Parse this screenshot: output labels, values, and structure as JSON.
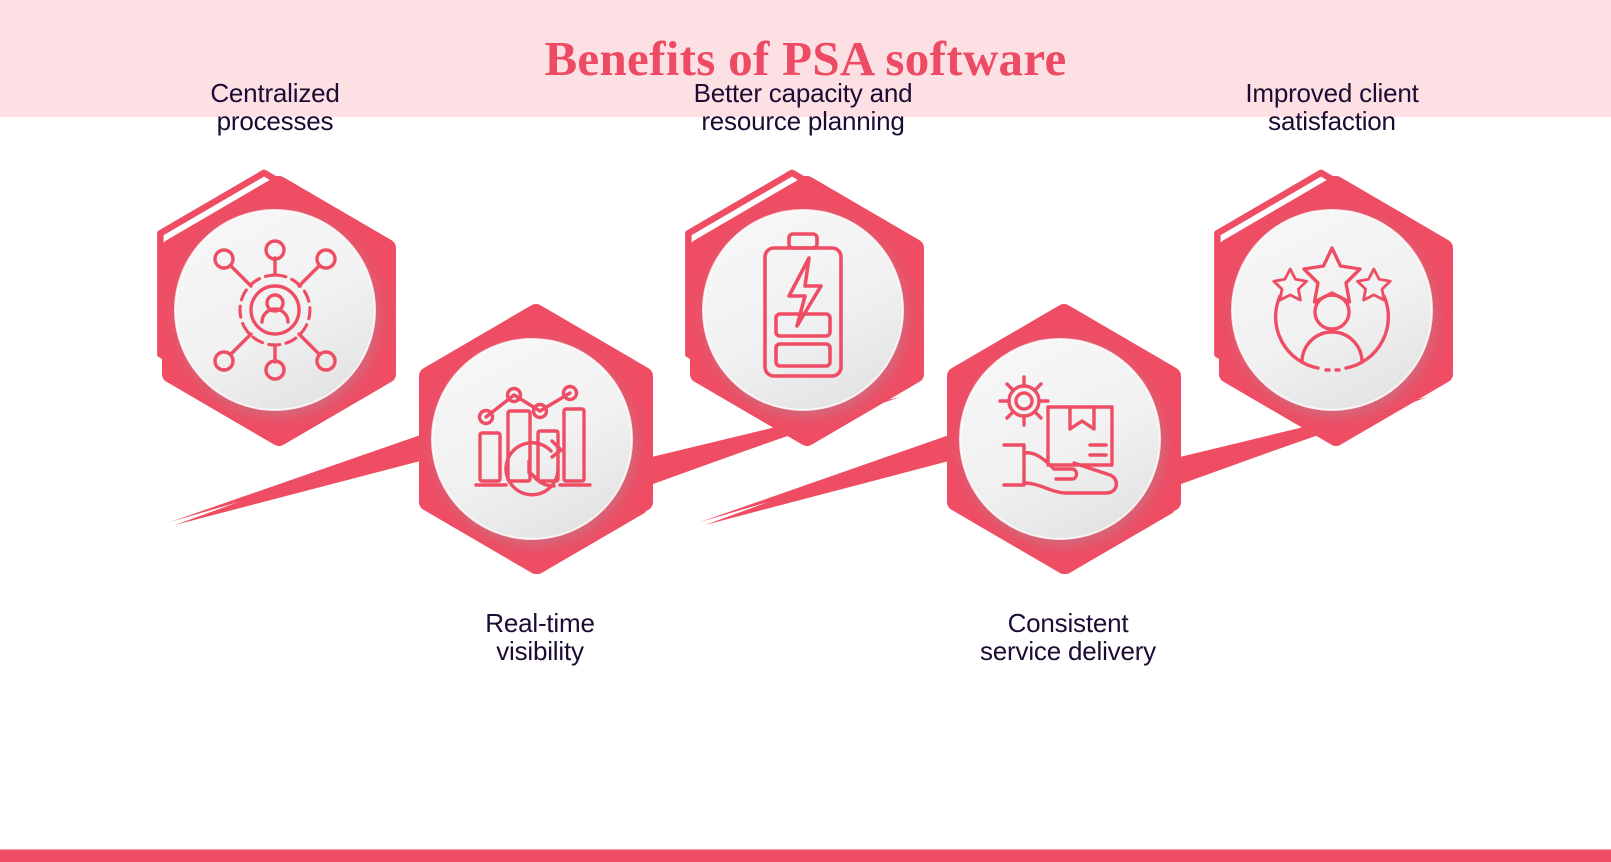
{
  "header": {
    "title": "Benefits of PSA software",
    "band_color": "#FCE0E4",
    "title_color": "#EC4B63"
  },
  "theme": {
    "accent": "#EE4D64",
    "accent_dark": "#E03E57",
    "label_text": "#1C0B33",
    "circle_light": "#F4F4F4",
    "circle_shade": "#E6E6E6",
    "page_background": "#FFFFFF",
    "bottom_bar": "#EE4D64"
  },
  "chart_data": {
    "type": "diagram",
    "subtype": "zigzag-process-hexagons",
    "title": "Benefits of PSA software",
    "node_count": 5,
    "orientation": "horizontal alternating up/down",
    "connector_style": "tapered arrow wedge",
    "nodes": [
      {
        "index": 1,
        "label": "Centralized processes",
        "icon": "network-user-gear-icon",
        "row": "up",
        "label_position": "above"
      },
      {
        "index": 2,
        "label": "Real-time visibility",
        "icon": "bar-chart-clock-icon",
        "row": "down",
        "label_position": "below"
      },
      {
        "index": 3,
        "label": "Better capacity and resource planning",
        "icon": "battery-charge-icon",
        "row": "up",
        "label_position": "above"
      },
      {
        "index": 4,
        "label": "Consistent service delivery",
        "icon": "hand-package-gear-icon",
        "row": "down",
        "label_position": "below"
      },
      {
        "index": 5,
        "label": "Improved client satisfaction",
        "icon": "stars-person-rating-icon",
        "row": "up",
        "label_position": "above"
      }
    ]
  },
  "nodes": [
    {
      "id": "centralized-processes",
      "icon": "network-user-gear-icon",
      "label_line1": "Centralized",
      "label_line2": "processes"
    },
    {
      "id": "real-time-visibility",
      "icon": "bar-chart-clock-icon",
      "label_line1": "Real-time",
      "label_line2": "visibility"
    },
    {
      "id": "better-capacity-and-resource-planning",
      "icon": "battery-charge-icon",
      "label_line1": "Better capacity and",
      "label_line2": "resource planning"
    },
    {
      "id": "consistent-service-delivery",
      "icon": "hand-package-gear-icon",
      "label_line1": "Consistent",
      "label_line2": "service delivery"
    },
    {
      "id": "improved-client-satisfaction",
      "icon": "stars-person-rating-icon",
      "label_line1": "Improved client",
      "label_line2": "satisfaction"
    }
  ]
}
